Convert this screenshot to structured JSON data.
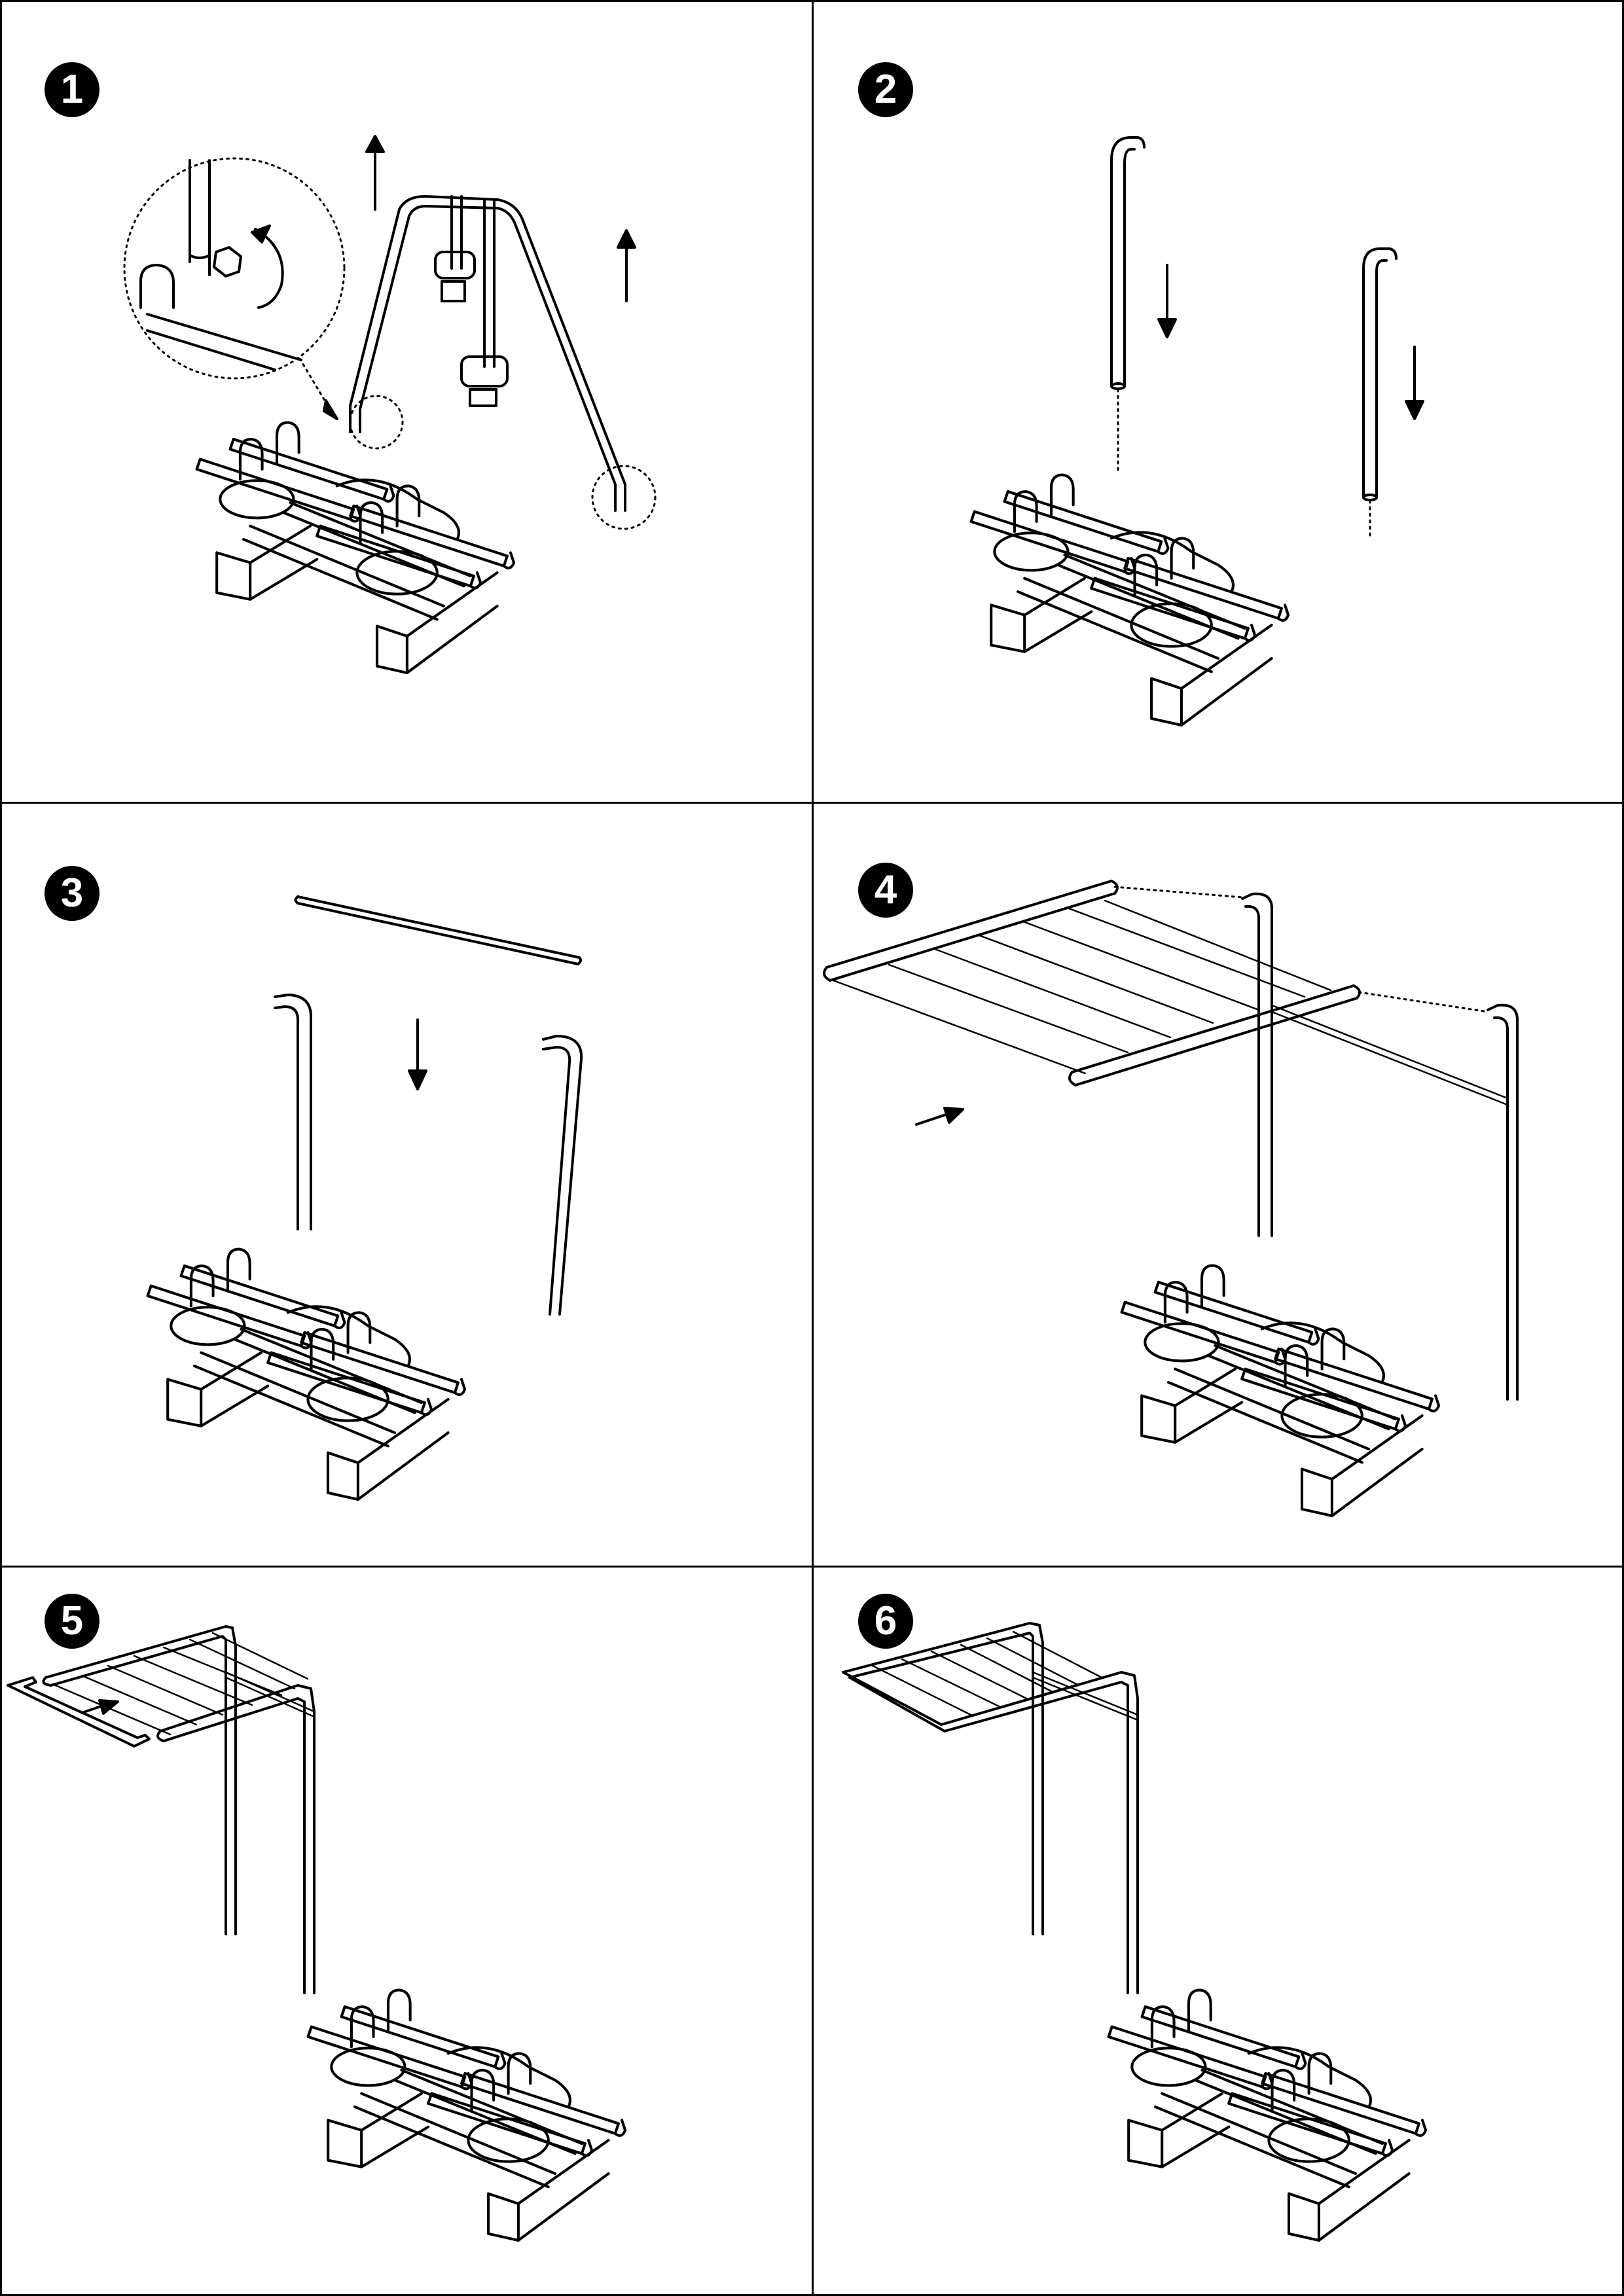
{
  "document": {
    "type": "assembly-instructions",
    "steps": [
      {
        "number": "1",
        "description_icons": [
          "rack-base",
          "bike-frame-lifted",
          "up-arrow",
          "up-arrow",
          "detail-magnifier-knob",
          "rotate-arrow"
        ]
      },
      {
        "number": "2",
        "description_icons": [
          "rack-base",
          "upright-post",
          "upright-post",
          "down-arrow",
          "down-arrow"
        ]
      },
      {
        "number": "3",
        "description_icons": [
          "rack-base",
          "upright-posts-installed",
          "cross-bar",
          "down-arrow"
        ]
      },
      {
        "number": "4",
        "description_icons": [
          "rack-base",
          "upright-posts",
          "drying-frame",
          "push-arrow"
        ]
      },
      {
        "number": "5",
        "description_icons": [
          "rack-base",
          "drying-frame-installed",
          "end-cap",
          "push-arrow"
        ]
      },
      {
        "number": "6",
        "description_icons": [
          "rack-base",
          "drying-frame-complete"
        ]
      }
    ]
  },
  "colors": {
    "ink": "#000000",
    "paper": "#ffffff"
  }
}
